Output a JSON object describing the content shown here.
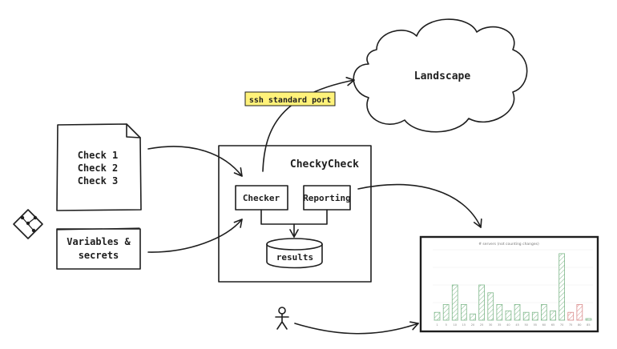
{
  "document": {
    "file_lines": [
      "Check 1",
      "Check 2",
      "Check 3"
    ],
    "variables_lines": [
      "Variables &",
      "secrets"
    ],
    "cloud_label": "Landscape",
    "port_label": "ssh standard port",
    "system_title": "CheckyCheck",
    "checker_label": "Checker",
    "reporting_label": "Reporting",
    "results_label": "results",
    "chart_caption": "# servers (not counting changes)"
  },
  "icons": {
    "git": "git-icon",
    "user": "user-icon"
  },
  "colors": {
    "highlight": "#fff27a",
    "cloud_hatch": "#a5c8e4",
    "bar_green_fill": "#cfe9cf",
    "bar_green_stroke": "#7fb78a",
    "bar_red_fill": "#f6c8c8",
    "bar_red_stroke": "#d98a8a"
  },
  "chart_data": {
    "type": "bar",
    "title": "# servers (not counting changes)",
    "categories": [
      "1",
      "5",
      "10",
      "15",
      "20",
      "25",
      "30",
      "35",
      "40",
      "45",
      "50",
      "55",
      "60",
      "65",
      "70",
      "75",
      "80",
      "85"
    ],
    "values": [
      1,
      2,
      4.5,
      2,
      0.8,
      4.5,
      3.5,
      2,
      1.2,
      2,
      1,
      1,
      2,
      1.2,
      8.5,
      1,
      2,
      0.2
    ],
    "status": [
      "ok",
      "ok",
      "ok",
      "ok",
      "ok",
      "ok",
      "ok",
      "ok",
      "ok",
      "ok",
      "ok",
      "ok",
      "ok",
      "ok",
      "ok",
      "fail",
      "fail",
      "ok"
    ],
    "ylim": [
      0,
      9
    ],
    "xlabel": "",
    "ylabel": ""
  }
}
